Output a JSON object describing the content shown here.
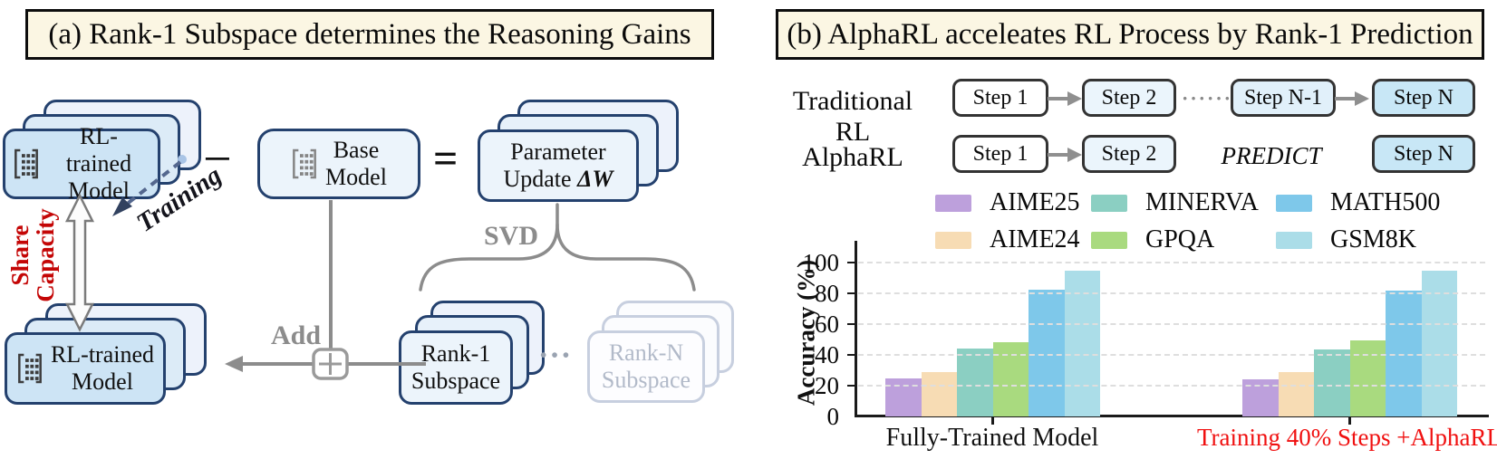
{
  "panel_a": {
    "title": "(a) Rank-1 Subspace determines the Reasoning Gains",
    "rl_model_top": {
      "line1": "RL-trained",
      "line2": "Model"
    },
    "base_model": {
      "line1": "Base",
      "line2": "Model"
    },
    "param_update": {
      "line1": "Parameter",
      "line2_prefix": "Update ",
      "delta_w": "ΔW"
    },
    "minus": "−",
    "equals": "=",
    "training_label": "Training",
    "share_capacity": {
      "line1": "Share",
      "line2": "Capacity"
    },
    "svd_label": "SVD",
    "add_label": "Add",
    "rl_model_bottom": {
      "line1": "RL-trained",
      "line2": "Model"
    },
    "rank1": {
      "line1": "Rank-1",
      "line2": "Subspace"
    },
    "dots": "•••",
    "rankn": {
      "line1": "Rank-N",
      "line2": "Subspace"
    }
  },
  "panel_b": {
    "title": "(b) AlphaRL acceleates RL Process by Rank-1 Prediction",
    "traditional": {
      "label": "Traditional RL",
      "steps": [
        "Step 1",
        "Step 2",
        "Step N-1",
        "Step N"
      ],
      "dots": "······"
    },
    "alpharl": {
      "label": "AlphaRL",
      "steps": [
        "Step 1",
        "Step 2"
      ],
      "predict": "PREDICT",
      "step_n": "Step N"
    }
  },
  "chart_data": {
    "type": "bar",
    "title": "",
    "xlabel": "",
    "ylabel": "Accuracy (%)",
    "ylim": [
      0,
      100
    ],
    "yticks": [
      0,
      20,
      40,
      60,
      80,
      100
    ],
    "grid": true,
    "legend_position": "top",
    "series": [
      {
        "name": "AIME25",
        "color": "#bda0dc"
      },
      {
        "name": "AIME24",
        "color": "#f7dcb4"
      },
      {
        "name": "MINERVA",
        "color": "#8bcfc2"
      },
      {
        "name": "GPQA",
        "color": "#a9da7f"
      },
      {
        "name": "MATH500",
        "color": "#7ec8ea"
      },
      {
        "name": "GSM8K",
        "color": "#abdde8"
      }
    ],
    "groups": [
      {
        "label": "Fully-Trained Model",
        "label_color": "#111111",
        "values": [
          24.5,
          28.8,
          44.3,
          48.5,
          82.4,
          94.7
        ]
      },
      {
        "label": "Training 40% Steps +AlphaRL",
        "label_color": "#f01010",
        "values": [
          24.0,
          28.8,
          43.8,
          49.5,
          81.7,
          94.7
        ]
      }
    ]
  }
}
